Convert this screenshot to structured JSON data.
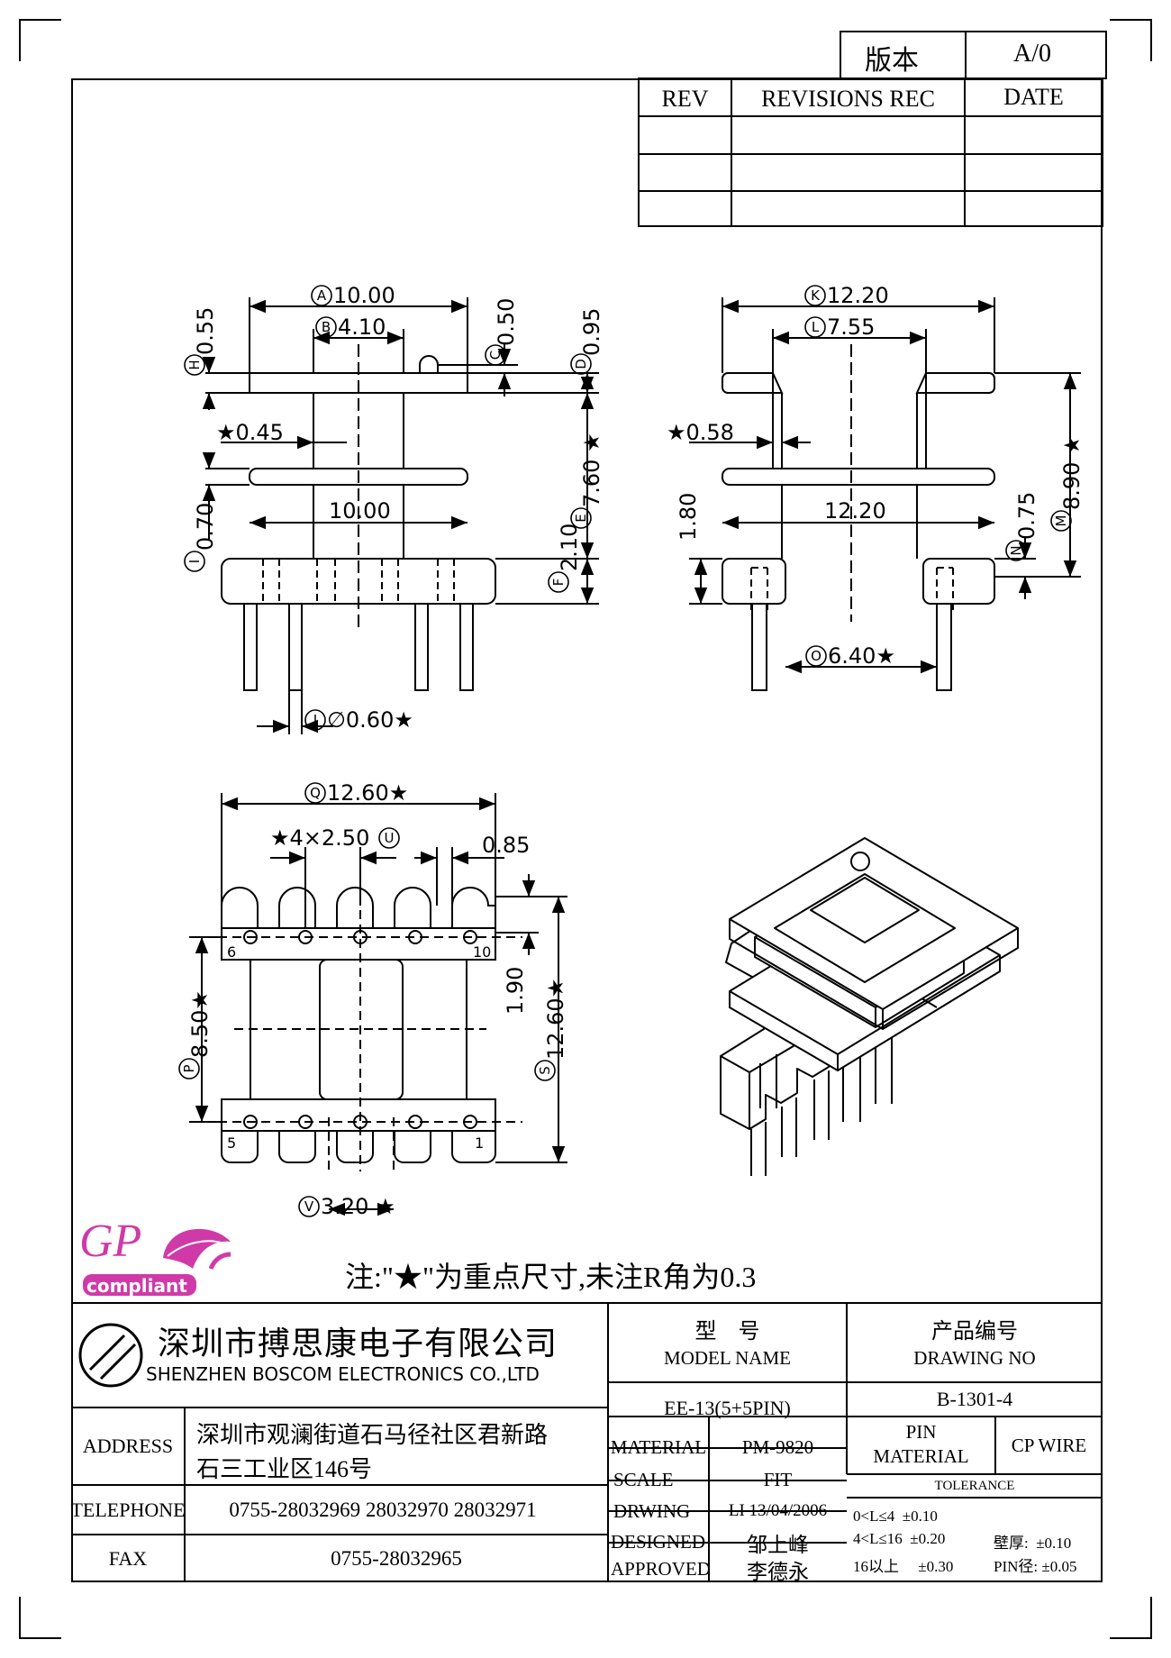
{
  "header": {
    "version_label": "版本",
    "version_value": "A/0",
    "rev_headers": [
      "REV",
      "REVISIONS REC",
      "DATE"
    ]
  },
  "drawing": {
    "front_view": {
      "dim_A": "A10.00",
      "dim_B": "B4.10",
      "dim_C": "C0.50",
      "dim_D": "D0.95",
      "dim_H": "H0.55",
      "dim_star045": "★0.45",
      "dim_E": "E7.60★",
      "dim_center": "10.00",
      "dim_I": "I0.70",
      "dim_F": "F2.10",
      "dim_J": "J∅0.60★"
    },
    "side_view": {
      "dim_K": "K12.20",
      "dim_L": "L7.55",
      "dim_star058": "★0.58",
      "dim_M": "M8.90★",
      "dim_180": "1.80",
      "dim_center": "12.20",
      "dim_N": "N0.75",
      "dim_O": "O6.40★"
    },
    "bottom_view": {
      "dim_Q": "Q12.60★",
      "dim_U": "★4×2.50U",
      "dim_085": "0.85",
      "dim_P": "P8.50★",
      "dim_190": "1.90",
      "dim_S": "S12.60★",
      "dim_V": "V3.20★",
      "pin_labels": [
        "6",
        "10",
        "5",
        "1"
      ]
    },
    "note": "注:\"★\"为重点尺寸,未注R角为0.3"
  },
  "logo": {
    "line1": "GP",
    "line2": "compliant"
  },
  "company": {
    "name_cn": "深圳市搏思康电子有限公司",
    "name_en": "SHENZHEN BOSCOM ELECTRONICS CO.,LTD"
  },
  "contact": {
    "address_label": "ADDRESS",
    "address_line1": "深圳市观澜街道石马径社区君新路",
    "address_line2": "石三工业区146号",
    "telephone_label": "TELEPHONE",
    "telephone_value": "0755-28032969 28032970 28032971",
    "fax_label": "FAX",
    "fax_value": "0755-28032965"
  },
  "title_block": {
    "model_cn": "型    号",
    "model_en": "MODEL NAME",
    "drawing_cn": "产品编号",
    "drawing_en": "DRAWING NO",
    "model_value": "EE-13(5+5PIN)",
    "drawing_value": "B-1301-4",
    "material_label": "MATERIAL",
    "material_value": "PM-9820",
    "pin_material_label1": "PIN",
    "pin_material_label2": "MATERIAL",
    "pin_material_value": "CP WIRE",
    "scale_label": "SCALE",
    "scale_value": "FIT",
    "tolerance_label": "TOLERANCE",
    "drwing_label": "DRWING",
    "drwing_value": "LI 13/04/2006",
    "designed_label": "DESIGNED",
    "designed_value": "邹上峰",
    "approved_label": "APPROVED",
    "approved_value": "李德永",
    "tol_line1": "0<L≤4  ±0.10",
    "tol_line2": "4<L≤16  ±0.20",
    "tol_line3": "16以上     ±0.30",
    "tol_wall": "壁厚:  ±0.10",
    "tol_pin": "PIN径: ±0.05"
  }
}
